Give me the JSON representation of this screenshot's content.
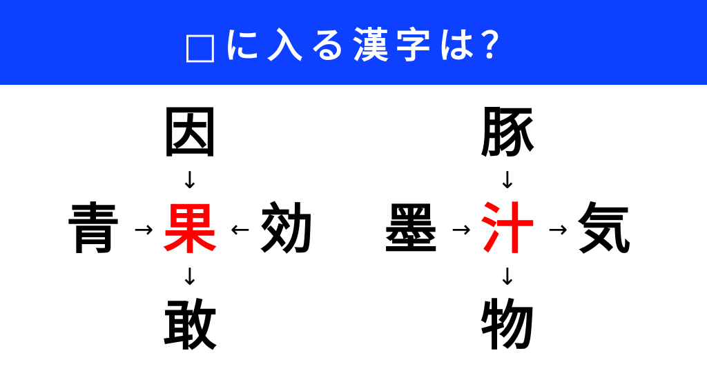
{
  "header": {
    "title": "□に入る漢字は？",
    "background_color": "#0d40ff",
    "text_color": "#ffffff"
  },
  "puzzles": [
    {
      "top": "因",
      "left": "青",
      "right": "効",
      "bottom": "敢",
      "answer": "果",
      "arrows": {
        "top": "↓",
        "left": "→",
        "right": "←",
        "bottom": "↓"
      }
    },
    {
      "top": "豚",
      "left": "墨",
      "right": "気",
      "bottom": "物",
      "answer": "汁",
      "arrows": {
        "top": "↓",
        "left": "→",
        "right": "→",
        "bottom": "↓"
      }
    }
  ],
  "colors": {
    "answer": "#ff0000",
    "kanji": "#000000"
  }
}
